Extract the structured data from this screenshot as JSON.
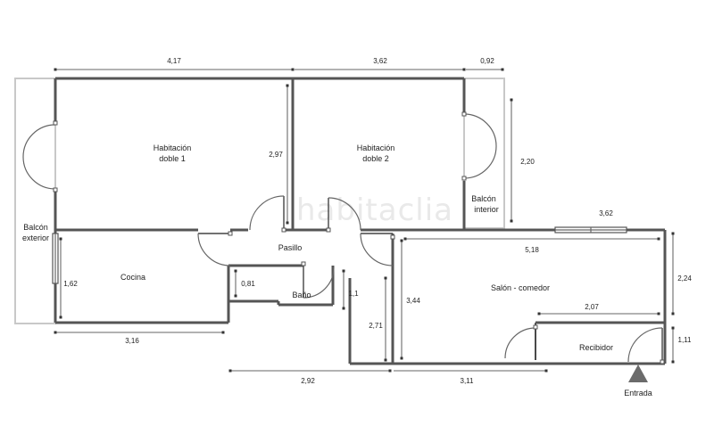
{
  "watermark": "habitaclia",
  "rooms": {
    "habitacion1_line1": "Habitación",
    "habitacion1_line2": "doble 1",
    "habitacion2_line1": "Habitación",
    "habitacion2_line2": "doble 2",
    "balcon_interior_line1": "Balcón",
    "balcon_interior_line2": "interior",
    "balcon_exterior_line1": "Balcón",
    "balcon_exterior_line2": "exterior",
    "pasillo": "Pasillo",
    "cocina": "Cocina",
    "bano": "Baño",
    "salon": "Salón - comedor",
    "recibidor": "Recibidor",
    "entrada": "Entrada"
  },
  "dimensions": {
    "top_hab1": "4,17",
    "top_hab2": "3,62",
    "top_balcon": "0,92",
    "hab1_height": "2,97",
    "balcon_int_height": "2,20",
    "salon_window": "3,62",
    "salon_width": "5,18",
    "salon_right_height": "2,24",
    "recibidor_width": "2,07",
    "recibidor_height": "1,11",
    "salon_height": "3,44",
    "cocina_height": "1,62",
    "pasillo_step": "0,81",
    "bano_height": "1,1",
    "bano_depth": "2,71",
    "cocina_width": "3,16",
    "bottom_left": "2,92",
    "bottom_right": "3,11"
  },
  "colors": {
    "walls": "#555555",
    "balcony_outline": "#c8c8c8",
    "entry_marker": "#6b6b6b"
  }
}
